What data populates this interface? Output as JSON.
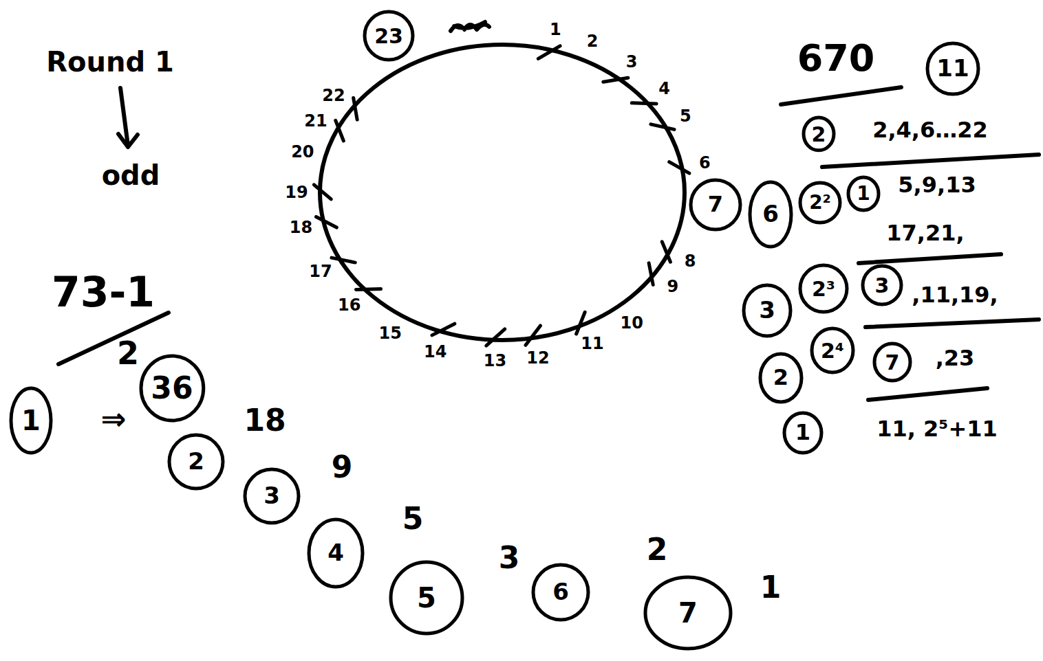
{
  "diagram": {
    "nodes": [
      {
        "text": [
          "23"
        ]
      },
      {
        "text": [
          "11"
        ]
      },
      {
        "text": [
          "2"
        ]
      },
      {
        "text": [
          "7"
        ]
      },
      {
        "text": [
          "6"
        ]
      },
      {
        "text": [
          "2²"
        ]
      },
      {
        "text": [
          "1"
        ]
      },
      {
        "text": [
          "3"
        ]
      },
      {
        "text": [
          "2³"
        ]
      },
      {
        "text": [
          "3"
        ]
      },
      {
        "text": [
          "2"
        ]
      },
      {
        "text": [
          "2⁴"
        ]
      },
      {
        "text": [
          "7"
        ]
      },
      {
        "text": [
          "1"
        ]
      },
      {
        "text": [
          "36"
        ]
      },
      {
        "text": [
          "1"
        ]
      },
      {
        "text": [
          "2"
        ]
      },
      {
        "text": [
          "3"
        ]
      },
      {
        "text": [
          "4"
        ]
      },
      {
        "text": [
          "5"
        ]
      },
      {
        "text": [
          "6"
        ]
      },
      {
        "text": [
          "7"
        ]
      }
    ],
    "labels": [
      "Round 1",
      "odd",
      "1",
      "2",
      "3",
      "4",
      "5",
      "6",
      "8",
      "9",
      "10",
      "11",
      "12",
      "13",
      "14",
      "15",
      "16",
      "17",
      "18",
      "19",
      "20",
      "21",
      "22",
      "670",
      "2,4,6…22",
      "5,9,13",
      "17,21,",
      ",11,19,",
      ",23",
      "11, 2⁵+11",
      "73-1",
      "2",
      "⇒",
      "18",
      "9",
      "5",
      "3",
      "2",
      "1"
    ]
  }
}
